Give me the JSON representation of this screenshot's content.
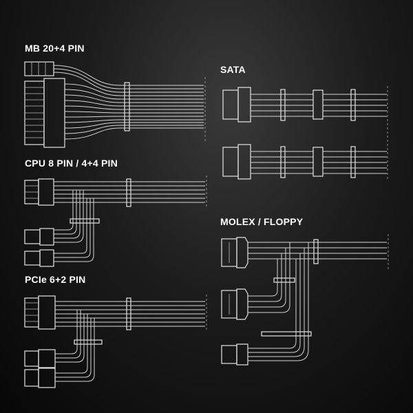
{
  "labels": {
    "mb": "MB 20+4 PIN",
    "sata": "SATA",
    "cpu": "CPU 8 PIN / 4+4 PIN",
    "molex": "MOLEX / FLOPPY",
    "pcie": "PCIe 6+2 PIN"
  },
  "colors": {
    "background": "#1c1c1c",
    "line": "#d6d6d6",
    "text": "#ffffff"
  }
}
